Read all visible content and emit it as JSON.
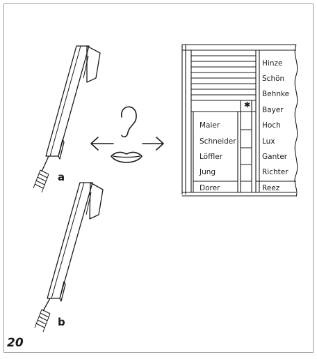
{
  "figure": {
    "number": "20"
  },
  "handsets": [
    {
      "label": "a"
    },
    {
      "label": "b"
    }
  ],
  "panel": {
    "right_names": [
      "Hinze",
      "Schön",
      "Behnke",
      "Bayer",
      "Hoch",
      "Lux",
      "Ganter",
      "Richter",
      "Reez"
    ],
    "left_names": [
      "Maier",
      "Schneider",
      "Löffler",
      "Jung",
      "Dorer"
    ],
    "marker_symbol": "✱"
  },
  "colors": {
    "line": "#1a1a1a",
    "frame": "#9a9a9a"
  }
}
